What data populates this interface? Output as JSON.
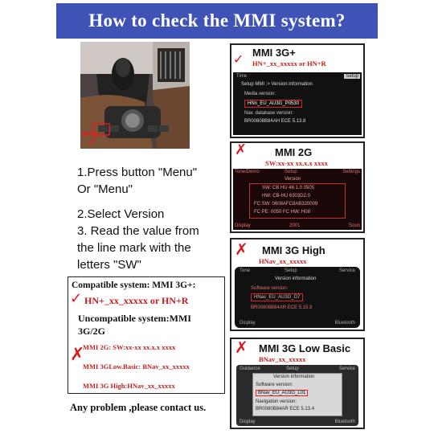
{
  "title": "How to check the MMI system?",
  "instructions": [
    "1.Press button \"Menu\"",
    "Or \"Menu\"",
    "",
    "2.Select Version",
    "3. Read the value from",
    "the line mark with the",
    "letters \"SW\""
  ],
  "car_button_label": "MENU",
  "compatible": {
    "heading": "Compatible system: MMI 3G+:",
    "version": "HN+_xx_xxxxx or HN+R",
    "uncompatible_line1": "Uncompatible system:MMI",
    "uncompatible_line2": "3G/2G",
    "items": [
      "MMI 2G: SW:xx-xx xx.x.x xxxx",
      "MMI 3GLow.Basic: BNav_xx_xxxxx",
      "MMI 3G High:HNav_xx_xxxxx"
    ]
  },
  "footer": "Any problem ,please contact us.",
  "panels": [
    {
      "title": "MMI 3G+",
      "subtitle": "HN+_xx_xxxxx or HN+R",
      "screen": {
        "tab_left": "Time",
        "tab_right": "Setup",
        "path": "Setup MMI :> Version information",
        "media_label": "Media version:",
        "media_value": "HNn_EU_AU3G_P0530",
        "nav_label": "Nav. database version:",
        "nav_value": "BR00808B84AH ECE 5.13.8"
      }
    },
    {
      "title": "MMI 2G",
      "subtitle": "SW:xx-xx xx.x.x xxxx",
      "screen": {
        "tab_left": "Tone/Demo",
        "tab_mid": "Setup",
        "tab_right": "Settings",
        "header": "Version",
        "lines": [
          "SW: CB HU 46.1.0 0505",
          "HW: CB-HU 6303D2.0",
          "FC SW: 0608AFC8AB320009",
          "FC PE: 0050 FC HW: H08"
        ],
        "bottom_left": "Display",
        "bottom_mid": "2001",
        "bottom_right": "Soun"
      }
    },
    {
      "title": "MMI 3G High",
      "subtitle": "HNav_xx_xxxxx",
      "screen": {
        "tab_left": "Tone",
        "tab_mid": "Setup",
        "tab_right": "Service",
        "header": "Version information",
        "software_label": "Software version:",
        "software_value": "HNav_EU_AU3G_D7",
        "nav_value": "BR00808B84AR ECE 5.15.9",
        "bottom_left": "Display",
        "bottom_right": "Bluetooth"
      }
    },
    {
      "title": "MMI 3G Low Basic",
      "subtitle": "BNav_xx_xxxxx",
      "screen": {
        "tab_left": "Guidance",
        "tab_mid": "Setup",
        "tab_right": "Service",
        "header": "Version information",
        "software_label": "Software version:",
        "software_value": "BNav_EU_AU3G_L01",
        "nav_label": "Navigation version:",
        "nav_value": "BR0080B84AR ECE 5.13.4",
        "bottom_left": "Display",
        "bottom_right": "Bluetooth"
      }
    }
  ],
  "colors": {
    "banner": "#3f52b5",
    "accent_red": "#c41e1e"
  }
}
